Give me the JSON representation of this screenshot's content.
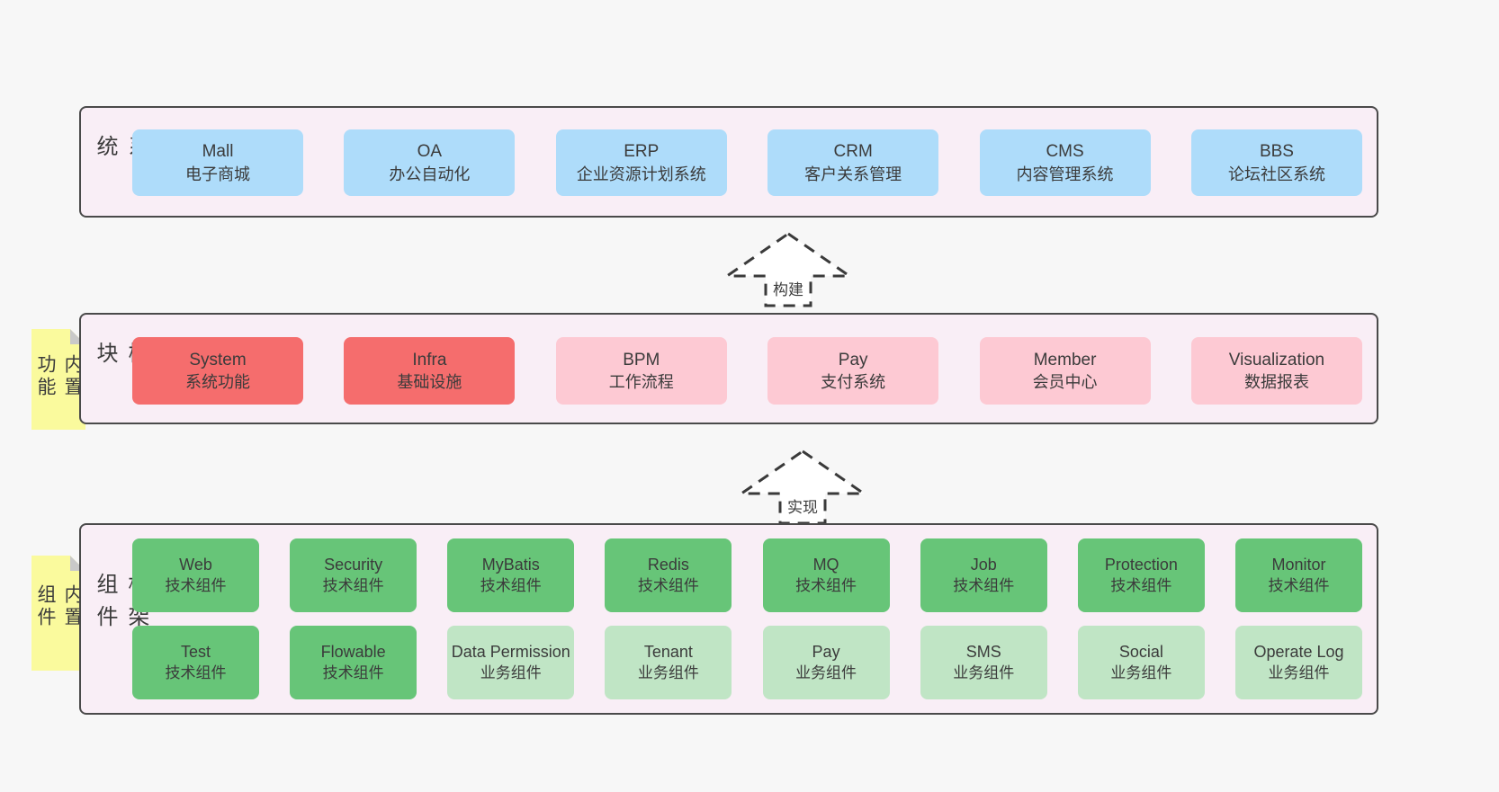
{
  "colors": {
    "page-bg": "#f7f7f7",
    "panel-bg": "#f9eef6",
    "panel-border": "#4a4a4a",
    "box-blue": "#aedcfa",
    "box-red": "#f56d6d",
    "box-pink": "#fdc9d3",
    "box-green": "#67c578",
    "box-green-light": "#c0e5c5",
    "tab-bg": "#fafa9d",
    "tab-fold": "#c9c9c9",
    "text": "#3b3b3b"
  },
  "sections": {
    "business": {
      "label": "业务系统",
      "boxes": [
        {
          "name": "Mall",
          "desc": "电子商城",
          "variant": "blue"
        },
        {
          "name": "OA",
          "desc": "办公自动化",
          "variant": "blue"
        },
        {
          "name": "ERP",
          "desc": "企业资源计划系统",
          "variant": "blue"
        },
        {
          "name": "CRM",
          "desc": "客户关系管理",
          "variant": "blue"
        },
        {
          "name": "CMS",
          "desc": "内容管理系统",
          "variant": "blue"
        },
        {
          "name": "BBS",
          "desc": "论坛社区系统",
          "variant": "blue"
        }
      ]
    },
    "modules": {
      "label": "通用模块",
      "tab": "内置功能",
      "boxes": [
        {
          "name": "System",
          "desc": "系统功能",
          "variant": "red"
        },
        {
          "name": "Infra",
          "desc": "基础设施",
          "variant": "red"
        },
        {
          "name": "BPM",
          "desc": "工作流程",
          "variant": "pink"
        },
        {
          "name": "Pay",
          "desc": "支付系统",
          "variant": "pink"
        },
        {
          "name": "Member",
          "desc": "会员中心",
          "variant": "pink"
        },
        {
          "name": "Visualization",
          "desc": "数据报表",
          "variant": "pink"
        }
      ]
    },
    "framework": {
      "label": "框架组件",
      "tab": "内置组件",
      "rows": [
        [
          {
            "name": "Web",
            "desc": "技术组件",
            "variant": "green"
          },
          {
            "name": "Security",
            "desc": "技术组件",
            "variant": "green"
          },
          {
            "name": "MyBatis",
            "desc": "技术组件",
            "variant": "green"
          },
          {
            "name": "Redis",
            "desc": "技术组件",
            "variant": "green"
          },
          {
            "name": "MQ",
            "desc": "技术组件",
            "variant": "green"
          },
          {
            "name": "Job",
            "desc": "技术组件",
            "variant": "green"
          },
          {
            "name": "Protection",
            "desc": "技术组件",
            "variant": "green"
          },
          {
            "name": "Monitor",
            "desc": "技术组件",
            "variant": "green"
          }
        ],
        [
          {
            "name": "Test",
            "desc": "技术组件",
            "variant": "green"
          },
          {
            "name": "Flowable",
            "desc": "技术组件",
            "variant": "green"
          },
          {
            "name": "Data Permission",
            "desc": "业务组件",
            "variant": "green-light"
          },
          {
            "name": "Tenant",
            "desc": "业务组件",
            "variant": "green-light"
          },
          {
            "name": "Pay",
            "desc": "业务组件",
            "variant": "green-light"
          },
          {
            "name": "SMS",
            "desc": "业务组件",
            "variant": "green-light"
          },
          {
            "name": "Social",
            "desc": "业务组件",
            "variant": "green-light"
          },
          {
            "name": "Operate Log",
            "desc": "业务组件",
            "variant": "green-light"
          }
        ]
      ]
    }
  },
  "arrows": {
    "build": {
      "label": "构建"
    },
    "implement": {
      "label": "实现"
    }
  }
}
